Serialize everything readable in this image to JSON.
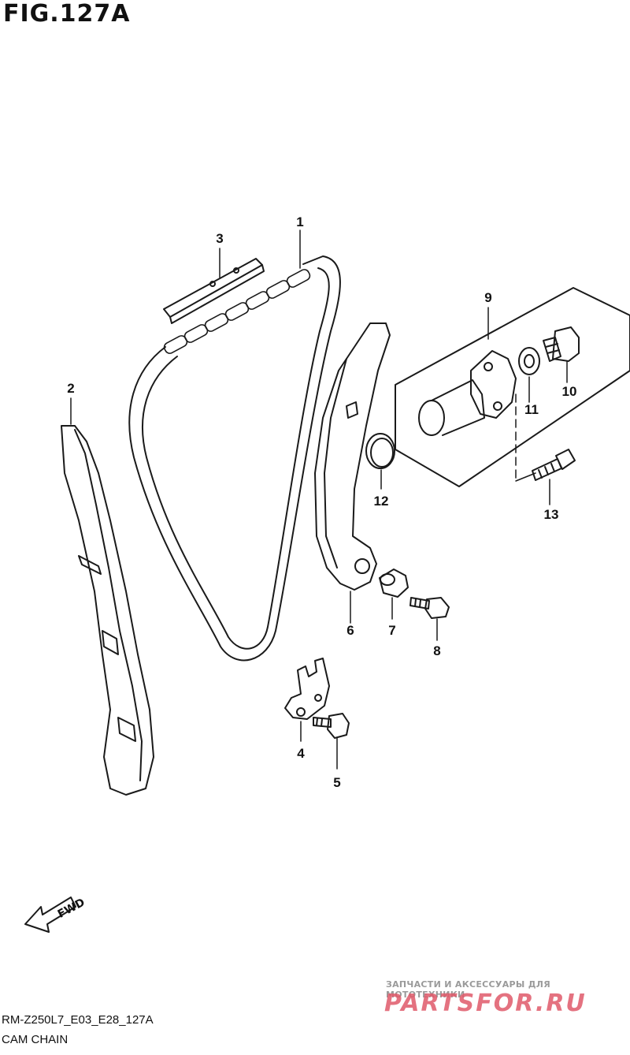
{
  "figure": {
    "title": "FIG.127A",
    "code": "RM-Z250L7_E03_E28_127A",
    "name": "CAM CHAIN",
    "fwd_label": "FWD"
  },
  "callouts": [
    "1",
    "2",
    "3",
    "4",
    "5",
    "6",
    "7",
    "8",
    "9",
    "10",
    "11",
    "12",
    "13"
  ],
  "watermark": {
    "tagline": "ЗАПЧАСТИ И АКСЕССУАРЫ ДЛЯ МОТОТЕХНИКИ",
    "logo": "PARTSFOR.RU"
  },
  "colors": {
    "line": "#1a1a1a",
    "watermark": "#e05a6a"
  }
}
